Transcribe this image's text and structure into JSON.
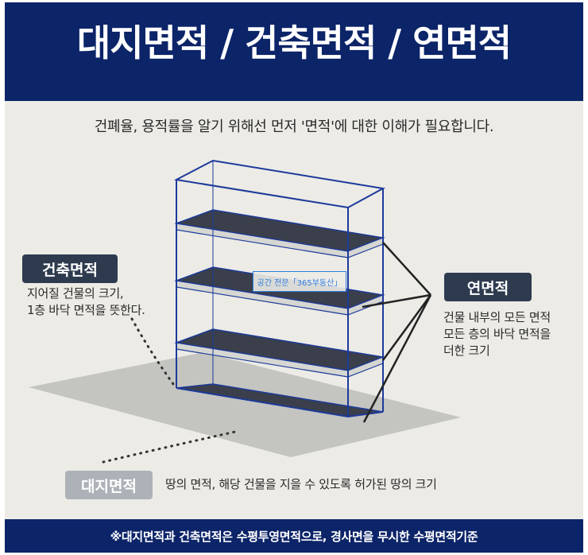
{
  "header": {
    "title": "대지면적 / 건축면적 / 연면적"
  },
  "intro": {
    "text": "건폐율, 용적률을 알기 위해선 먼저 '면적'에 대한 이해가 필요합니다."
  },
  "labels": {
    "building_area": {
      "title": "건축면적",
      "lines": [
        "지어질 건물의 크기,",
        "1층 바닥 면적을 뜻한다."
      ]
    },
    "total_floor_area": {
      "title": "연면적",
      "lines": [
        "건물 내부의 모든 면적",
        "모든 층의 바닥 면적을",
        "더한 크기"
      ]
    },
    "site_area": {
      "title": "대지면적",
      "text": "땅의 면적, 해당 건물을 지을 수 있도록 허가된 땅의 크기"
    }
  },
  "watermark": "공간 전문「365부동산」",
  "footer": {
    "text": "※대지면적과 건축면적은 수평투영면적으로, 경사면을 무시한 수평면적기준"
  },
  "colors": {
    "navy": "#0c2468",
    "outline": "#1c3a9a",
    "slab": "#3a3f4b",
    "ground": "#c4c4c0",
    "label_dark": "#2e3a4e",
    "label_light": "#adb2b8"
  }
}
